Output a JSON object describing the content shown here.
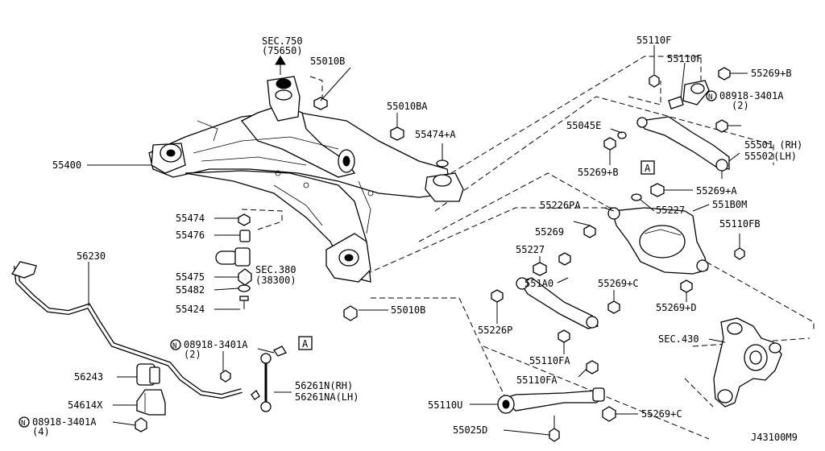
{
  "diagram_id": "J43100M9",
  "sec_750": {
    "line1": "SEC.750",
    "line2": "(75650)"
  },
  "sec_380": {
    "line1": "SEC.380",
    "line2": "(38300)"
  },
  "sec_430": "SEC.430",
  "ref_marker": "A",
  "circle_n": "N",
  "labels": {
    "p55010b_top": "55010B",
    "p55010ba": "55010BA",
    "p55474a": "55474+A",
    "p55400": "55400",
    "p55474": "55474",
    "p55476": "55476",
    "p55475": "55475",
    "p55482": "55482",
    "p55424": "55424",
    "p55010b_bot": "55010B",
    "p56230": "56230",
    "n08918_a_1": "08918-3401A",
    "n08918_a_1_qty": "(2)",
    "p56243": "56243",
    "p54614x": "54614X",
    "n08918_a_2": "08918-3401A",
    "n08918_a_2_qty": "(4)",
    "p56261n": "56261N(RH)",
    "p56261na": "56261NA(LH)",
    "p55110f_1": "55110F",
    "p55110f_2": "55110F",
    "p55269b_1": "55269+B",
    "n08918_b": "08918-3401A",
    "n08918_b_qty": "(2)",
    "p55045e": "55045E",
    "p55269b_2": "55269+B",
    "p55501": "55501 (RH)",
    "p55502": "55502(LH)",
    "p55269a": "55269+A",
    "p55227_1": "55227",
    "p55226pa": "55226PA",
    "p551b0m": "551B0M",
    "p55269": "55269",
    "p55110fb": "55110FB",
    "p55227_2": "55227",
    "p551a0": "551A0",
    "p55269c_1": "55269+C",
    "p55226p": "55226P",
    "p55269d": "55269+D",
    "p55110fa_1": "55110FA",
    "p55110fa_2": "55110FA",
    "p55110u": "55110U",
    "p55025d": "55025D",
    "p55269c_2": "55269+C"
  }
}
